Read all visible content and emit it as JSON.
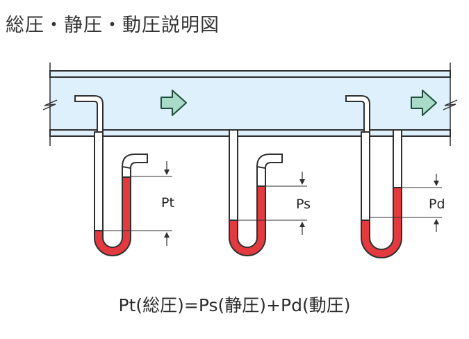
{
  "title": "総圧・静圧・動圧説明図",
  "labels": {
    "total": "Pt",
    "static": "Ps",
    "dynamic": "Pd"
  },
  "formula": "Pt(総圧)=Ps(静圧)+Pd(動圧)",
  "colors": {
    "duct_fill": "#ddf0fb",
    "outline": "#2f2f2f",
    "liquid": "#e23a3e",
    "arrow_fill": "#a9dbc8",
    "arrow_stroke": "#1e4d3a"
  },
  "icons": [
    "flow-arrow-icon",
    "flow-arrow-icon"
  ]
}
